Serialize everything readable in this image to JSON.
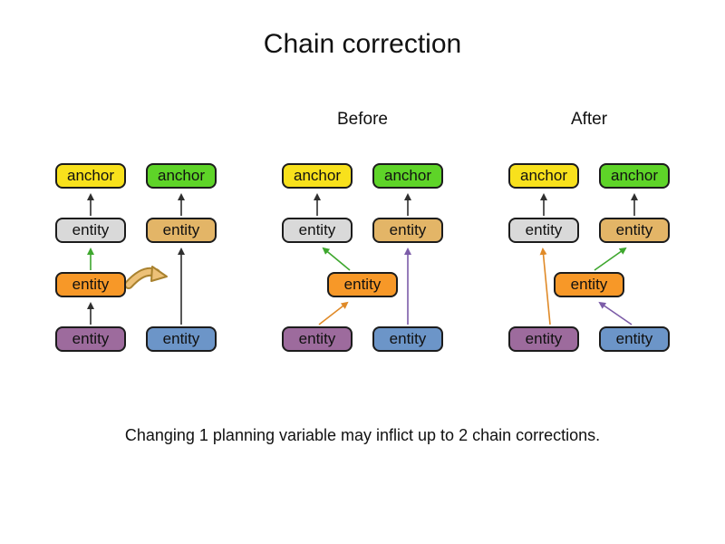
{
  "title": "Chain correction",
  "caption": "Changing 1 planning variable may inflict up to 2 chain corrections.",
  "section_labels": {
    "before": "Before",
    "after": "After"
  },
  "node_labels": {
    "anchor": "anchor",
    "entity": "entity"
  },
  "colors": {
    "anchor_yellow": "#f8e11c",
    "anchor_green": "#5ed428",
    "entity_gray": "#d9d9d9",
    "entity_tan": "#e3b567",
    "entity_orange": "#f79828",
    "entity_purple": "#9d6b9d",
    "entity_blue": "#6c95c8",
    "arrow_black": "#2f2f2f",
    "arrow_green": "#3ea72e",
    "arrow_orange": "#e08a28",
    "arrow_purple": "#7c5ca8",
    "move_arrow_fill": "#edc178",
    "move_arrow_outline": "#a9822f"
  }
}
